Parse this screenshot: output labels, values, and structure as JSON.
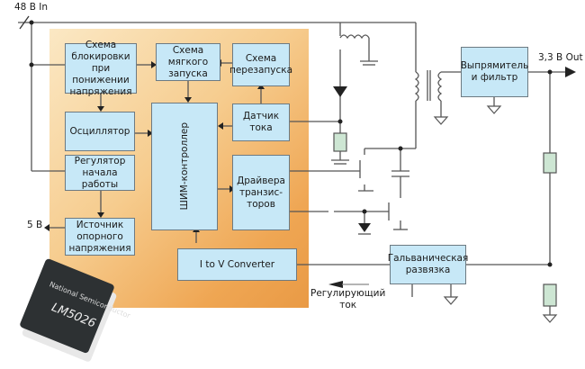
{
  "labels": {
    "input": "48 В In",
    "output": "3,3 В Out",
    "five_v": "5 В",
    "regulating_current": "Регулирующий\nток"
  },
  "blocks": {
    "uvlo": "Схема\nблокировки\nпри понижении\nнапряжения",
    "soft_start": "Схема\nмягкого\nзапуска",
    "restart": "Схема\nперезапуска",
    "oscillator": "Осциллятор",
    "pwm": "ШИМ-контроллер",
    "current_sensor": "Датчик\nтока",
    "startup_regulator": "Регулятор\nначала\nработы",
    "drivers": "Драйвера\nтранзис-\nторов",
    "reference": "Источник\nопорного\nнапряжения",
    "i_to_v": "I to V Converter",
    "rectifier": "Выпрямитель\nи фильтр",
    "isolation": "Гальваническая\nразвязка"
  },
  "chip": {
    "brand": "National Semiconductor",
    "part": "LM5026"
  }
}
